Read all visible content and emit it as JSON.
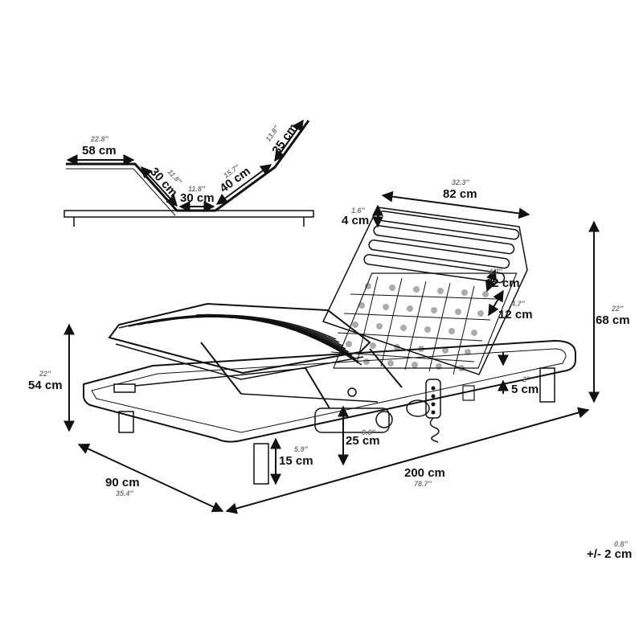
{
  "profile": {
    "head_width": {
      "cm": "58 cm",
      "in": "22.8″"
    },
    "left_slope": {
      "cm": "30 cm",
      "in": "11.8″"
    },
    "middle": {
      "cm": "30 cm",
      "in": "11.8″"
    },
    "right_slope": {
      "cm": "40 cm",
      "in": "15.7″"
    },
    "top_slope": {
      "cm": "35 cm",
      "in": "13.8″"
    }
  },
  "dimensions": {
    "backrest_width": {
      "cm": "82 cm",
      "in": "32.3″"
    },
    "slat_depth": {
      "cm": "4 cm",
      "in": "1.6″"
    },
    "pad_a": {
      "cm": "12 cm",
      "in": "4.7″"
    },
    "pad_b": {
      "cm": "12 cm",
      "in": "4.7″"
    },
    "total_height": {
      "cm": "68 cm",
      "in": "22″"
    },
    "frame_height": {
      "cm": "54 cm",
      "in": "22″"
    },
    "frame_thickness": {
      "cm": "5 cm",
      "in": "2″"
    },
    "clearance": {
      "cm": "25 cm",
      "in": "9.8″"
    },
    "leg_height": {
      "cm": "15 cm",
      "in": "5.9″"
    },
    "width": {
      "cm": "90 cm",
      "in": "35.4″"
    },
    "length": {
      "cm": "200 cm",
      "in": "78.7″"
    },
    "tolerance": {
      "cm": "+/- 2 cm",
      "in": "0.8″"
    }
  }
}
